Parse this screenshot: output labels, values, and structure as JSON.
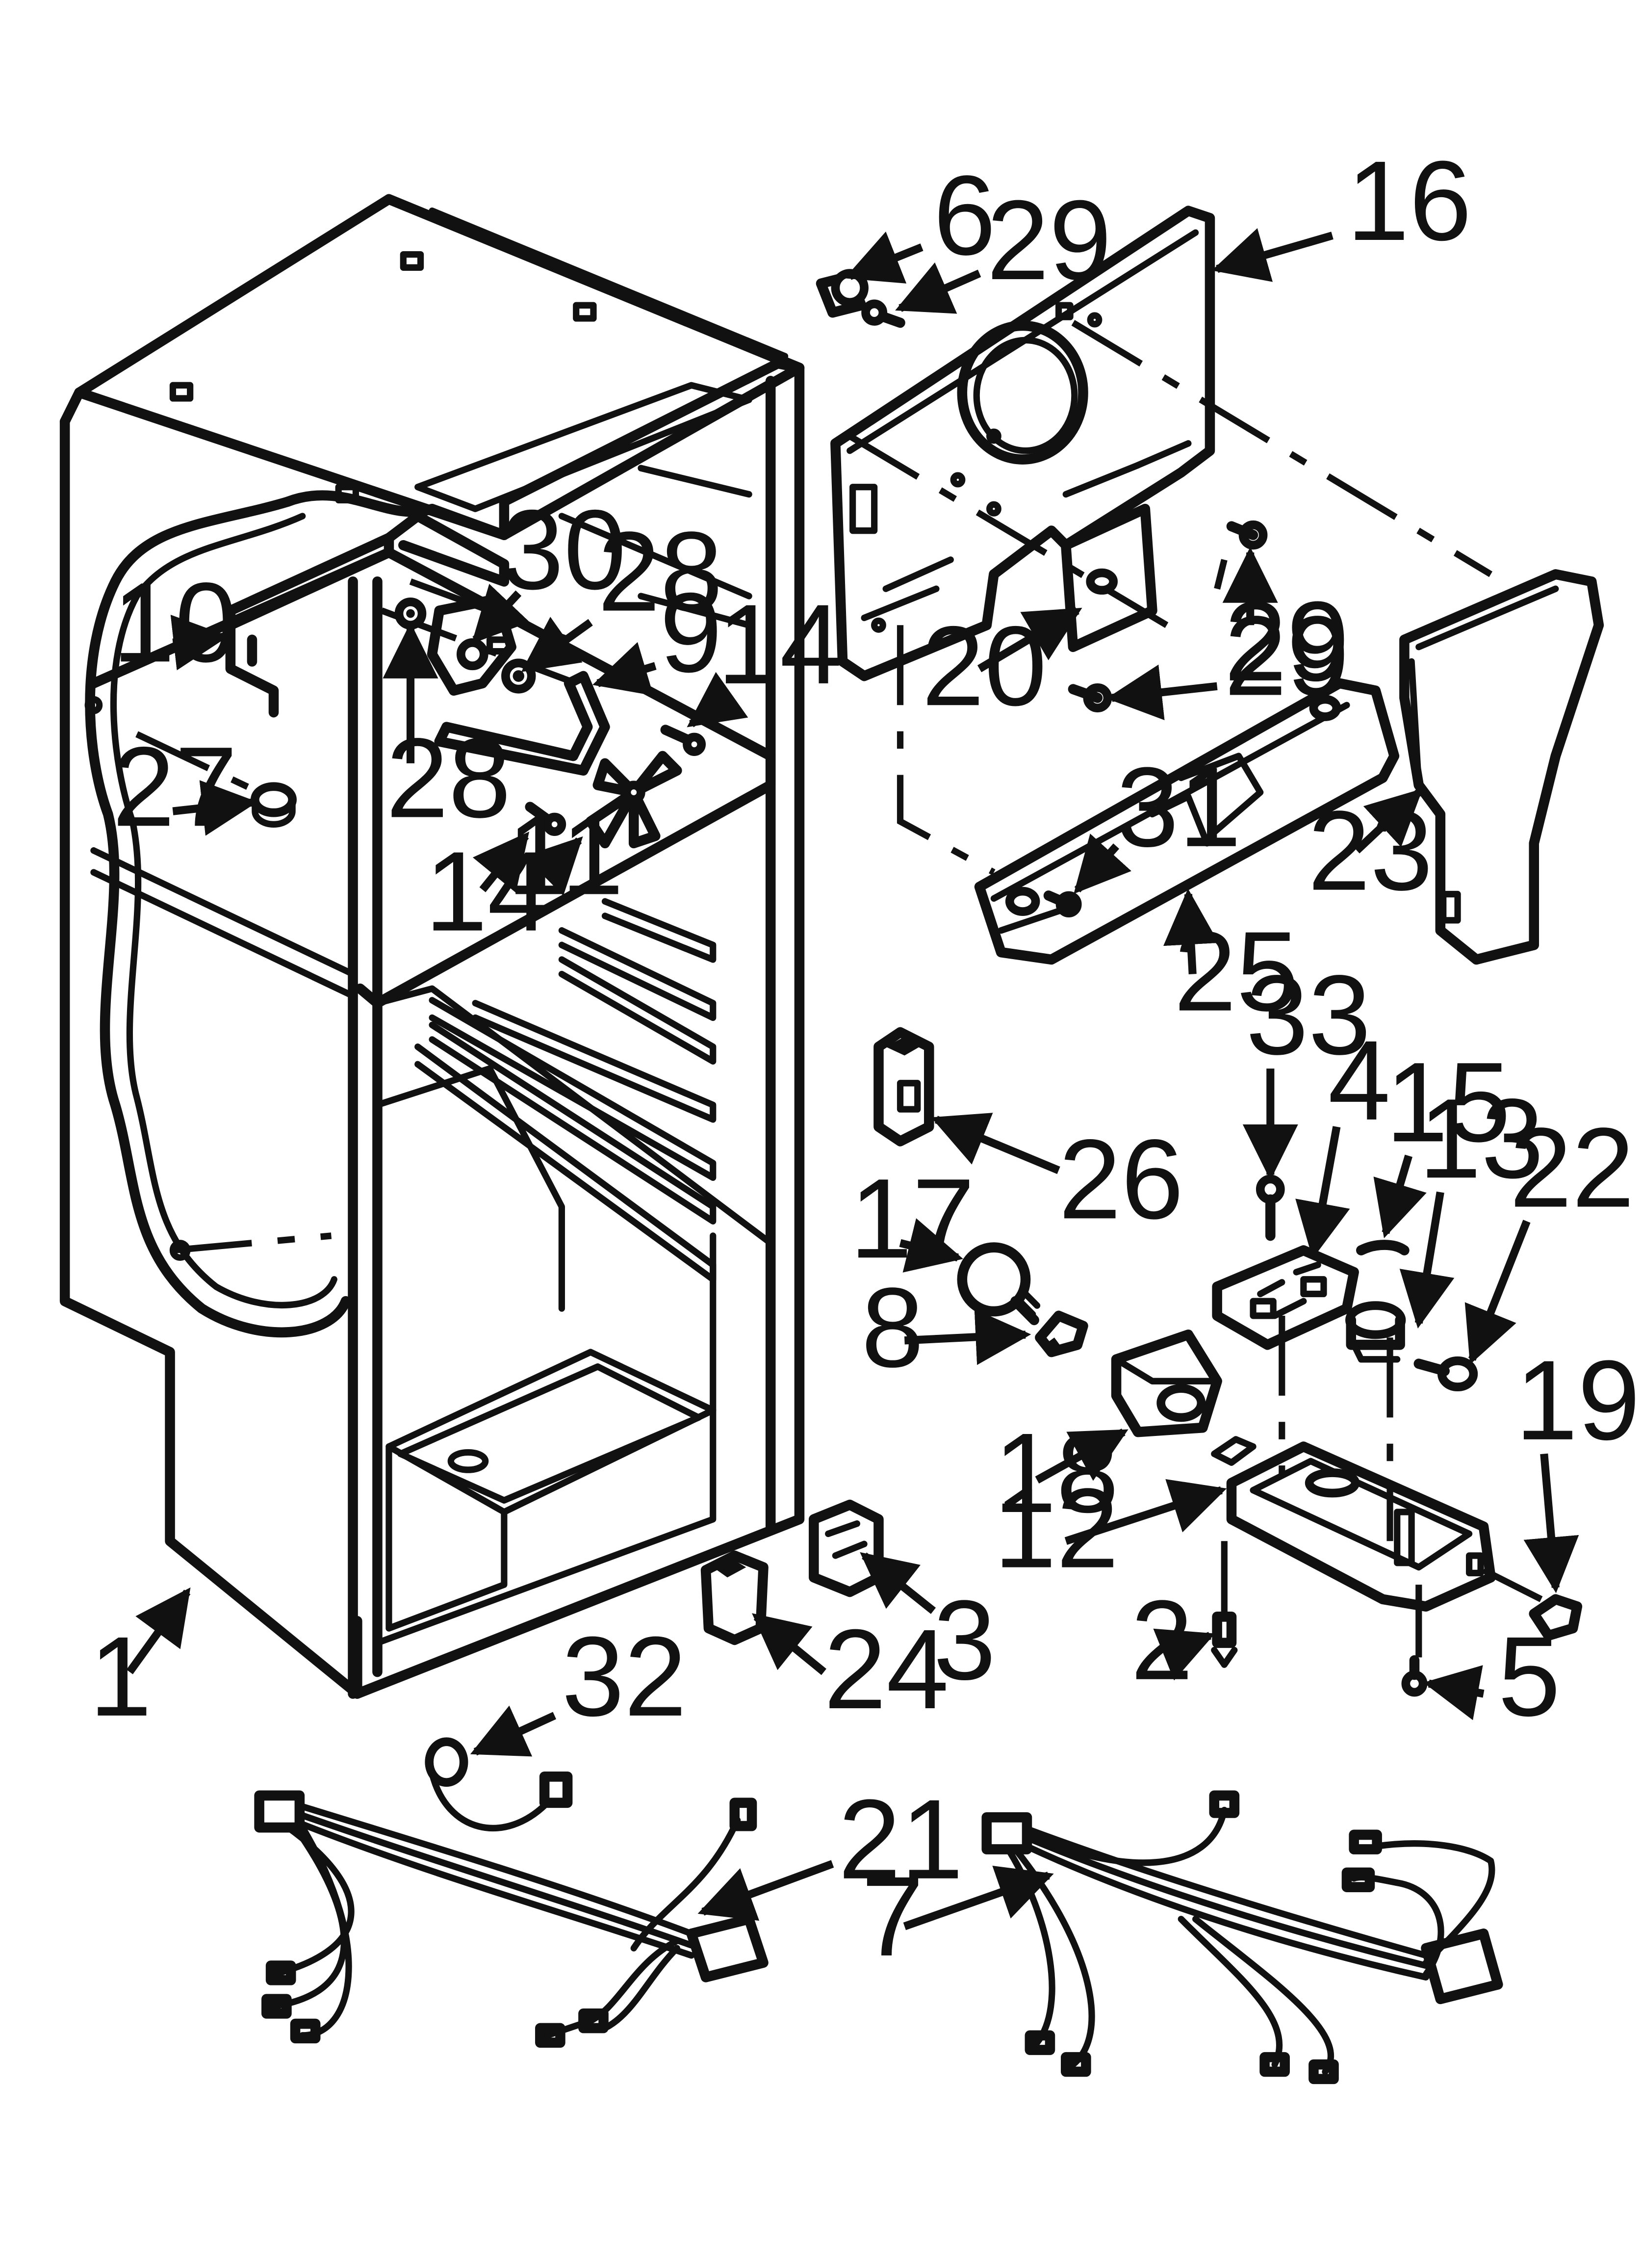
{
  "callouts": [
    {
      "id": "c1",
      "text": "1"
    },
    {
      "id": "c2",
      "text": "2"
    },
    {
      "id": "c3",
      "text": "3"
    },
    {
      "id": "c4",
      "text": "4"
    },
    {
      "id": "c5",
      "text": "5"
    },
    {
      "id": "c6",
      "text": "6"
    },
    {
      "id": "c7",
      "text": "7"
    },
    {
      "id": "c8",
      "text": "8"
    },
    {
      "id": "c9",
      "text": "9"
    },
    {
      "id": "c10",
      "text": "10"
    },
    {
      "id": "c11",
      "text": "11"
    },
    {
      "id": "c12",
      "text": "12"
    },
    {
      "id": "c13",
      "text": "13"
    },
    {
      "id": "c14a",
      "text": "14"
    },
    {
      "id": "c14b",
      "text": "14"
    },
    {
      "id": "c15",
      "text": "15"
    },
    {
      "id": "c16",
      "text": "16"
    },
    {
      "id": "c17",
      "text": "17"
    },
    {
      "id": "c18",
      "text": "18"
    },
    {
      "id": "c19",
      "text": "19"
    },
    {
      "id": "c20",
      "text": "20"
    },
    {
      "id": "c21",
      "text": "21"
    },
    {
      "id": "c22",
      "text": "22"
    },
    {
      "id": "c23",
      "text": "23"
    },
    {
      "id": "c24",
      "text": "24"
    },
    {
      "id": "c25",
      "text": "25"
    },
    {
      "id": "c26",
      "text": "26"
    },
    {
      "id": "c27",
      "text": "27"
    },
    {
      "id": "c28a",
      "text": "28"
    },
    {
      "id": "c28b",
      "text": "28"
    },
    {
      "id": "c29a",
      "text": "29"
    },
    {
      "id": "c29b",
      "text": "29"
    },
    {
      "id": "c29c",
      "text": "29"
    },
    {
      "id": "c30",
      "text": "30"
    },
    {
      "id": "c31",
      "text": "31"
    },
    {
      "id": "c32",
      "text": "32"
    },
    {
      "id": "c33",
      "text": "33"
    }
  ]
}
